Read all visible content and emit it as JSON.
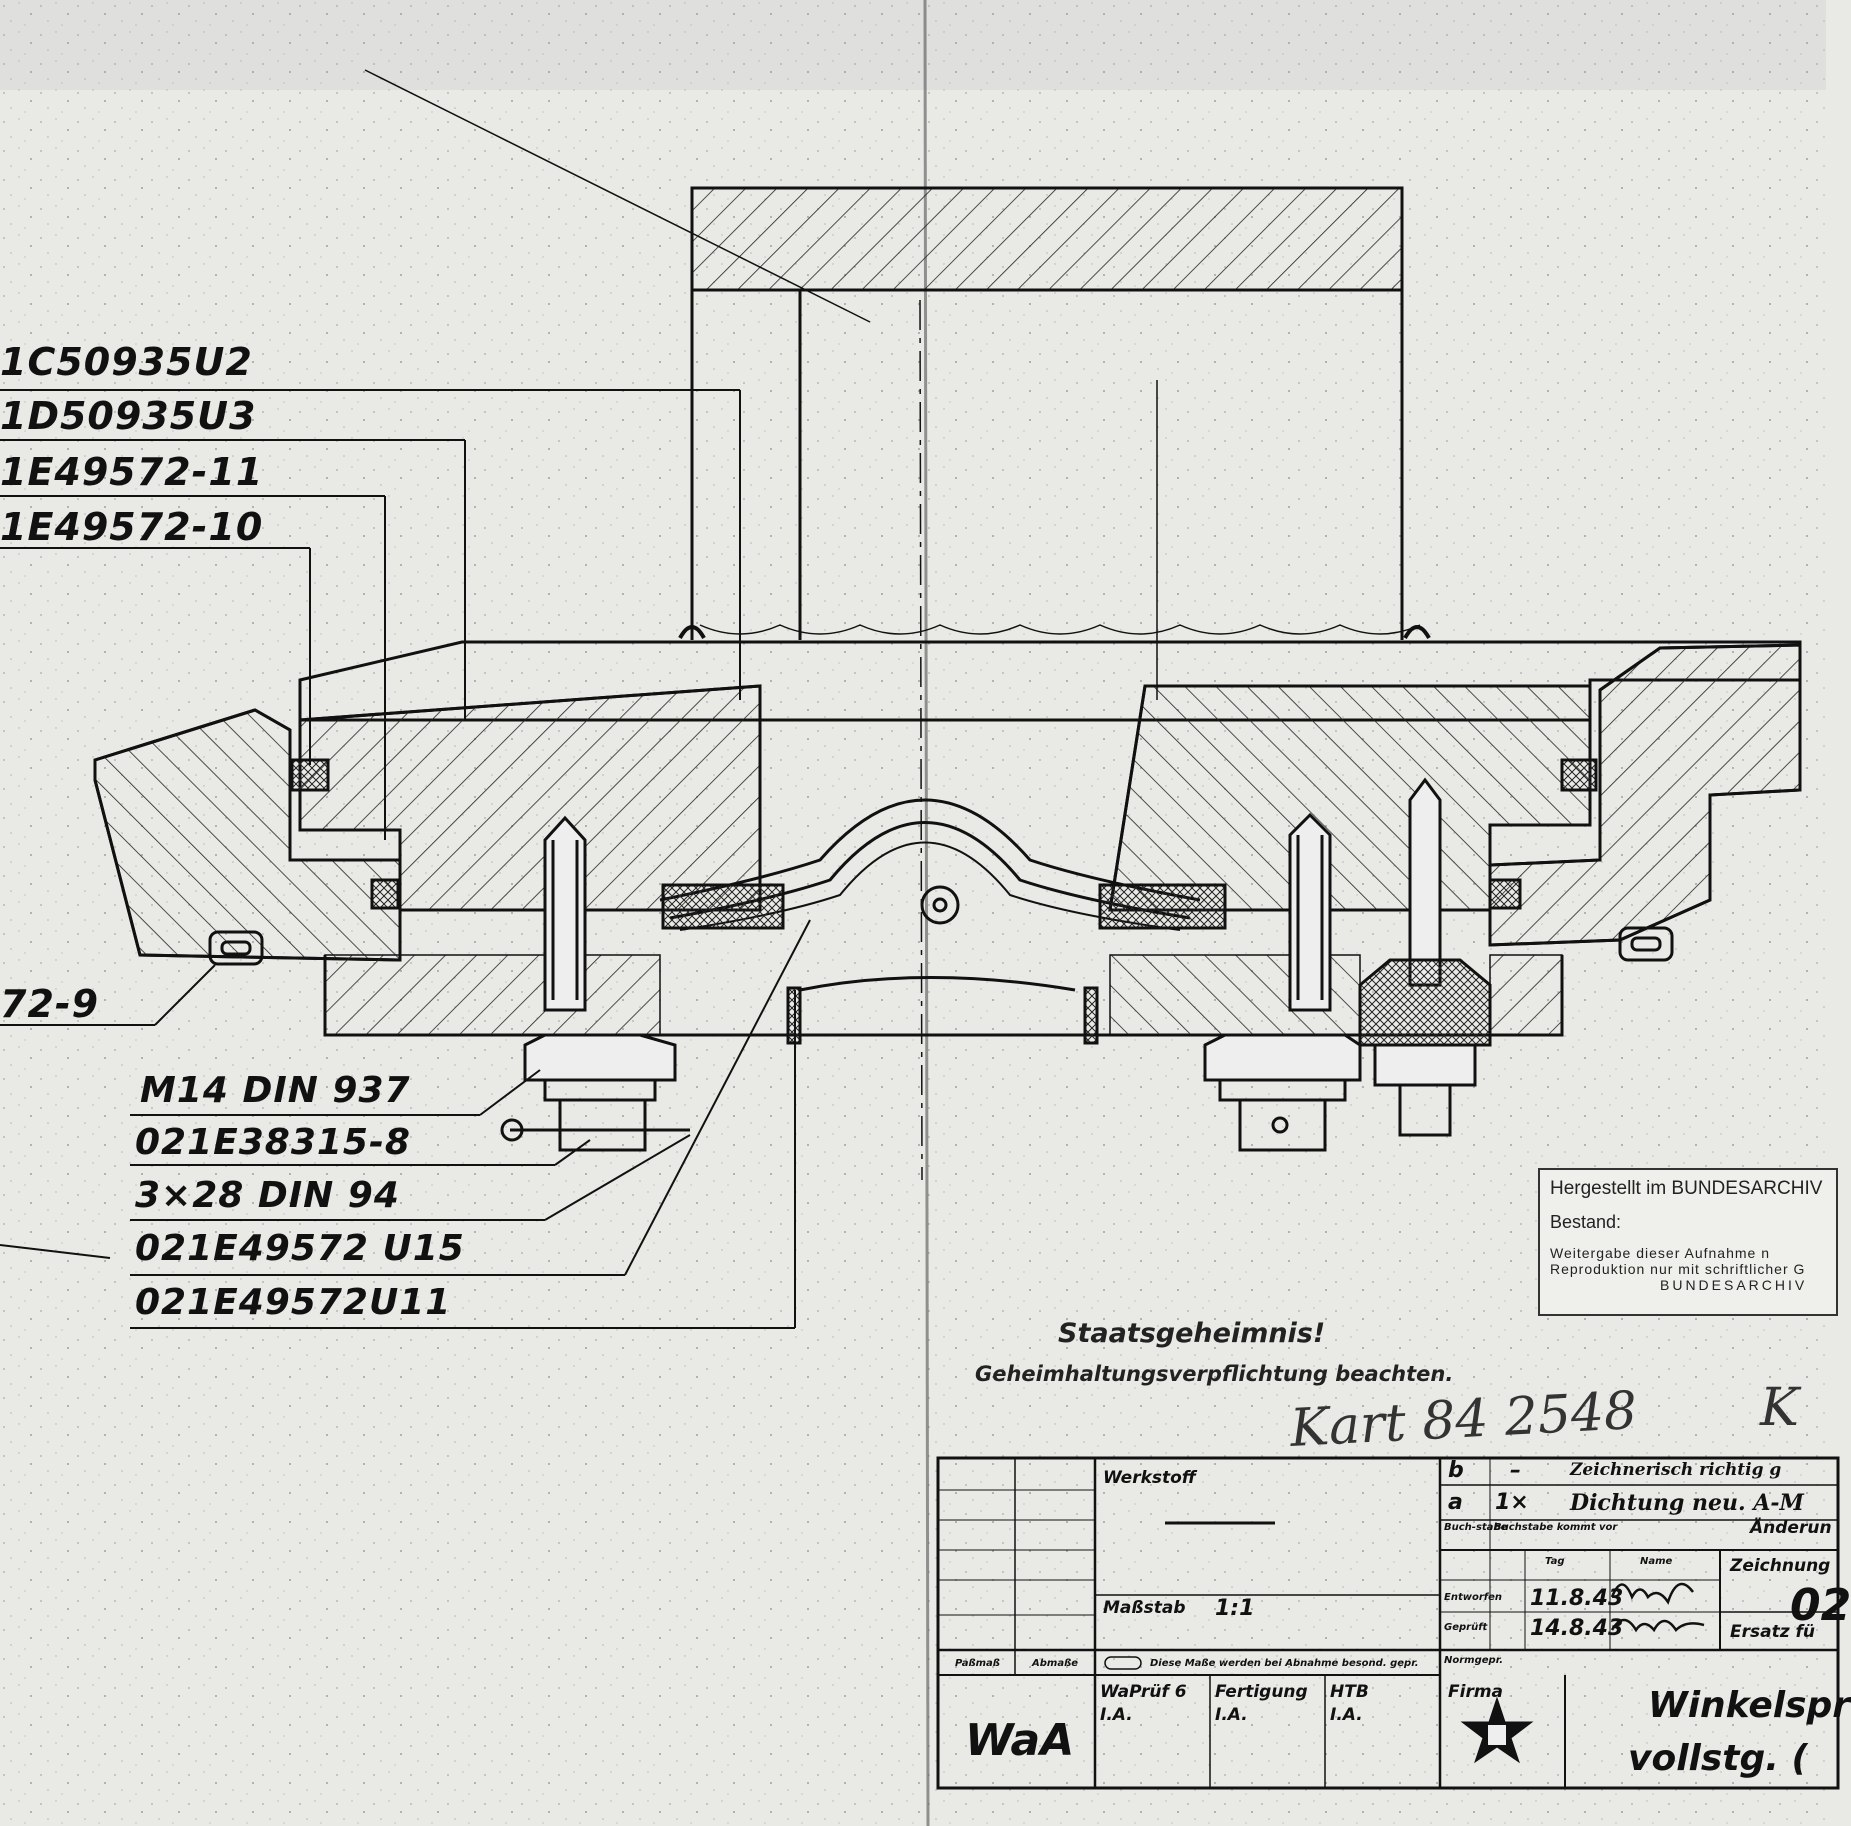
{
  "drawing": {
    "part_labels": [
      {
        "id": "lbl1",
        "text": "1C50935U2"
      },
      {
        "id": "lbl2",
        "text": "1D50935U3"
      },
      {
        "id": "lbl3",
        "text": "1E49572-11"
      },
      {
        "id": "lbl4",
        "text": "1E49572-10"
      },
      {
        "id": "lbl5",
        "text": "72-9"
      }
    ],
    "ref_labels": [
      {
        "id": "ref1",
        "text": "M14 DIN 937"
      },
      {
        "id": "ref2",
        "text": "021E38315-8"
      },
      {
        "id": "ref3",
        "text": "3×28 DIN 94"
      },
      {
        "id": "ref4",
        "text": "021E49572 U15"
      },
      {
        "id": "ref5",
        "text": "021E49572U11"
      }
    ],
    "secret_note": "Staatsgeheimnis!",
    "secret_sub": "Geheimhaltungsverpflichtung beachten.",
    "handwritten_code": "Kart 84 2548",
    "handwritten_k": "K"
  },
  "archive_stamp": {
    "line1": "Hergestellt im BUNDESARCHIV",
    "line2": "Bestand:",
    "line3": "Weitergabe dieser Aufnahme n",
    "line4": "Reproduktion nur mit schriftlicher G",
    "line5": "BUNDESARCHIV"
  },
  "title_block": {
    "werkstoff_label": "Werkstoff",
    "massstab_label": "Maßstab",
    "massstab_value": "1:1",
    "passmass": "Paßmaß",
    "abmasse": "Abmaße",
    "abnahme_note": "Diese Maße werden bei Abnahme besond. gepr.",
    "waa": "WaA",
    "waprueff": "WaPrüf 6",
    "waprueff_ia": "I.A.",
    "fertigung": "Fertigung",
    "fertigung_ia": "I.A.",
    "htb": "HTB",
    "htb_ia": "I.A.",
    "firma": "Firma",
    "rev_b_letter": "b",
    "rev_b_dash": "–",
    "rev_b_text": "Zeichnerisch richtig g",
    "rev_a_letter": "a",
    "rev_a_count": "1×",
    "rev_a_text": "Dichtung neu. A-M",
    "buchstabe": "Buch-stabe",
    "buchstabe_kommt": "Buchstabe kommt vor",
    "aenderung": "Änderun",
    "tag": "Tag",
    "name": "Name",
    "entworfen": "Entworfen",
    "entworfen_tag": "11.8.43",
    "geprueft": "Geprüft",
    "geprueft_tag": "14.8.43",
    "normgepr": "Normgepr.",
    "zeichnung": "Zeichnung",
    "zeichnung_val": "02",
    "ersatz": "Ersatz fü",
    "title_line1": "Winkelspr",
    "title_line2": "vollstg. ("
  },
  "colors": {
    "paper": "#e9e9e6",
    "ink": "#111111"
  }
}
